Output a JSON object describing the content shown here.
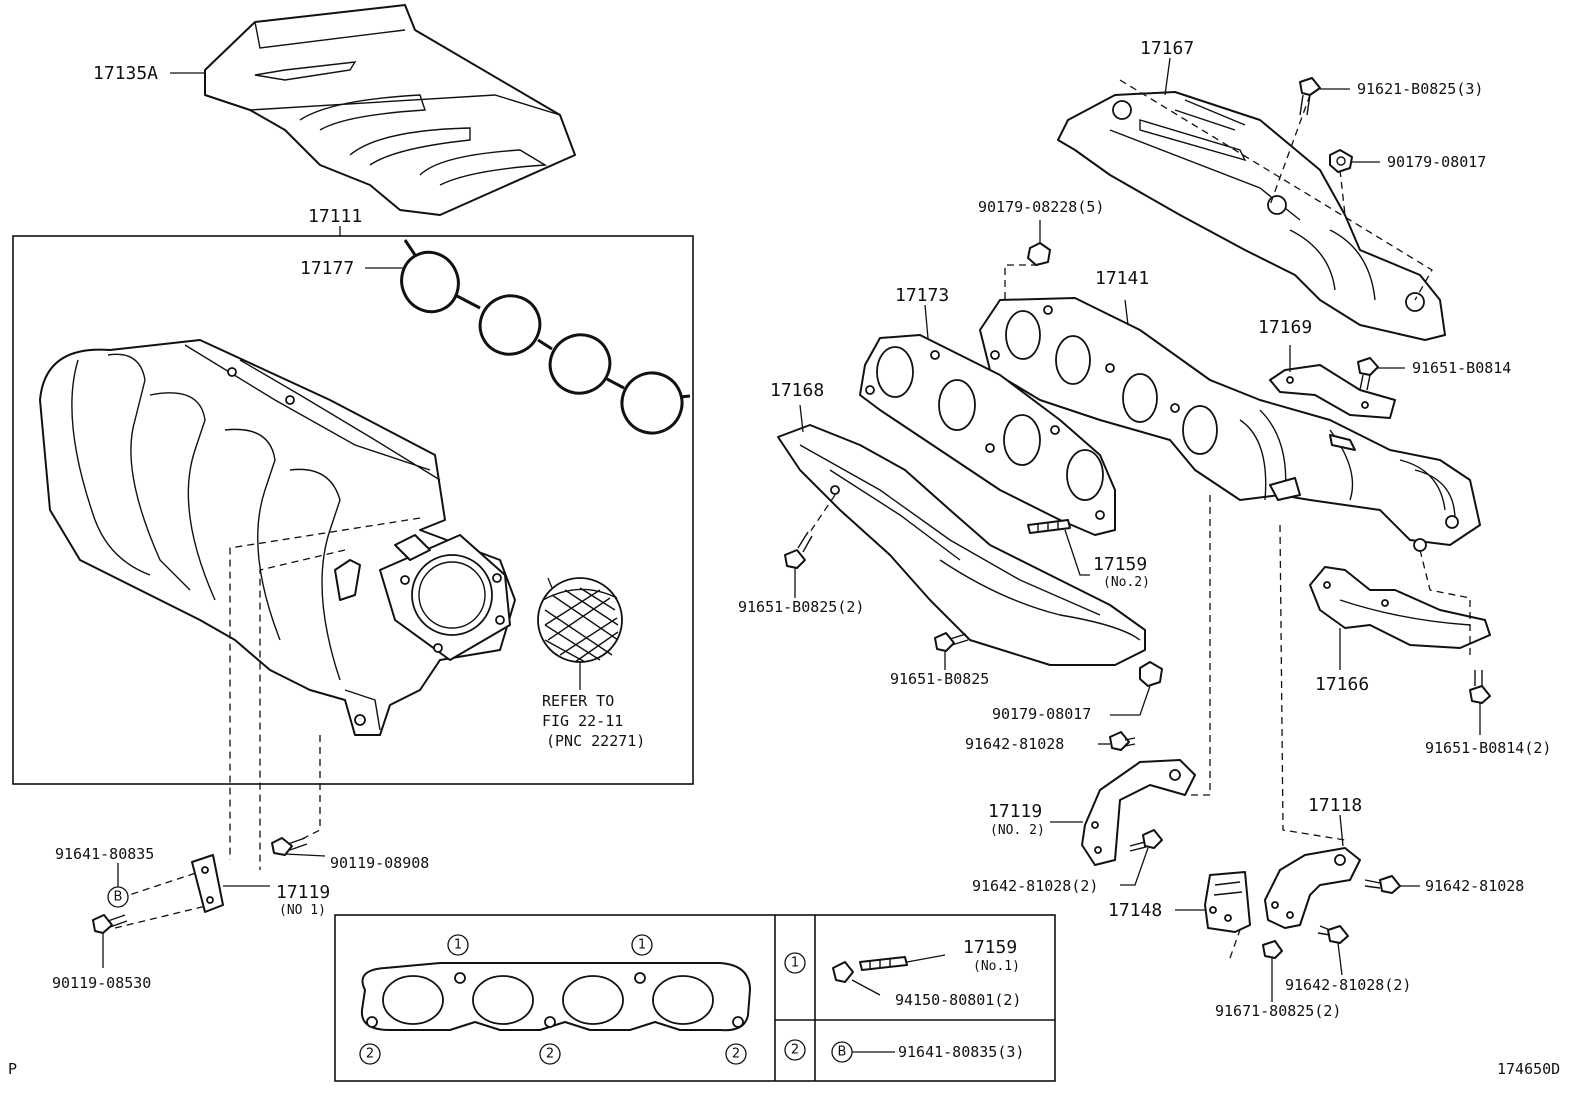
{
  "parts": {
    "p17135A": "17135A",
    "p17111": "17111",
    "p17177": "17177",
    "p17167": "17167",
    "p91621_B0825_3": "91621-B0825(3)",
    "p90179_08017_top": "90179-08017",
    "p90179_08228_5": "90179-08228(5)",
    "p17141": "17141",
    "p17173": "17173",
    "p17169": "17169",
    "p91651_B0814": "91651-B0814",
    "p17168": "17168",
    "p17159_no2": "17159",
    "p17159_no2_sub": "(No.2)",
    "p91651_B0825_2": "91651-B0825(2)",
    "p91651_B0825": "91651-B0825",
    "p90179_08017_mid": "90179-08017",
    "p17166": "17166",
    "p91651_B0814_2": "91651-B0814(2)",
    "p91642_81028_a": "91642-81028",
    "p17119_no2": "17119",
    "p17119_no2_sub": "(NO. 2)",
    "p91642_81028_2a": "91642-81028(2)",
    "p17118": "17118",
    "p91642_81028_b": "91642-81028",
    "p17148": "17148",
    "p91642_81028_2b": "91642-81028(2)",
    "p91671_80825_2": "91671-80825(2)",
    "p91641_80835": "91641-80835",
    "p90119_08908": "90119-08908",
    "p17119_no1": "17119",
    "p17119_no1_sub": "(NO 1)",
    "p90119_08530": "90119-08530"
  },
  "refer": {
    "line1": "REFER TO",
    "line2": "FIG 22-11",
    "line3": "(PNC 22271)"
  },
  "legend": {
    "marker1": "1",
    "marker2": "2",
    "markerB": "B",
    "p17159_no1": "17159",
    "p17159_no1_sub": "(No.1)",
    "p94150_80801_2": "94150-80801(2)",
    "p91641_80835_3": "91641-80835(3)"
  },
  "footer": {
    "left_mark": "P",
    "figure_id": "174650D"
  }
}
